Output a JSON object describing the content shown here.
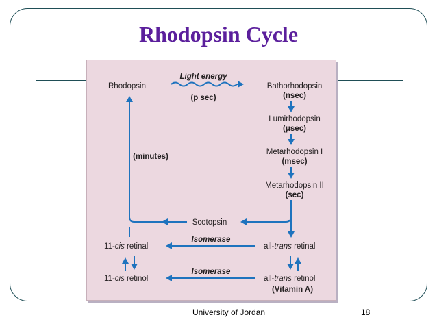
{
  "slide": {
    "title": "Rhodopsin Cycle",
    "footer": "University of Jordan",
    "page_number": "18"
  },
  "diagram": {
    "rhodopsin": "Rhodopsin",
    "light_energy": "Light energy",
    "p_sec": "(p sec)",
    "bathorhodopsin": "Bathorhodopsin",
    "nsec": "(nsec)",
    "lumirhodopsin": "Lumirhodopsin",
    "usec": "(μsec)",
    "metarhodopsin_1": "Metarhodopsin I",
    "msec": "(msec)",
    "metarhodopsin_2": "Metarhodopsin II",
    "sec": "(sec)",
    "minutes": "(minutes)",
    "scotopsin": "Scotopsin",
    "cis_retinal_prefix": "11-",
    "cis_word": "cis",
    "retinal_suffix": " retinal",
    "retinol_suffix": " retinol",
    "all_prefix": "all-",
    "trans_word": "trans",
    "isomerase": "Isomerase",
    "vitamin_a": "(Vitamin A)"
  },
  "colors": {
    "title": "#5b1f9c",
    "arrow": "#1e73be",
    "panel_bg": "#ecd8e0",
    "frame": "#1f4e56"
  }
}
